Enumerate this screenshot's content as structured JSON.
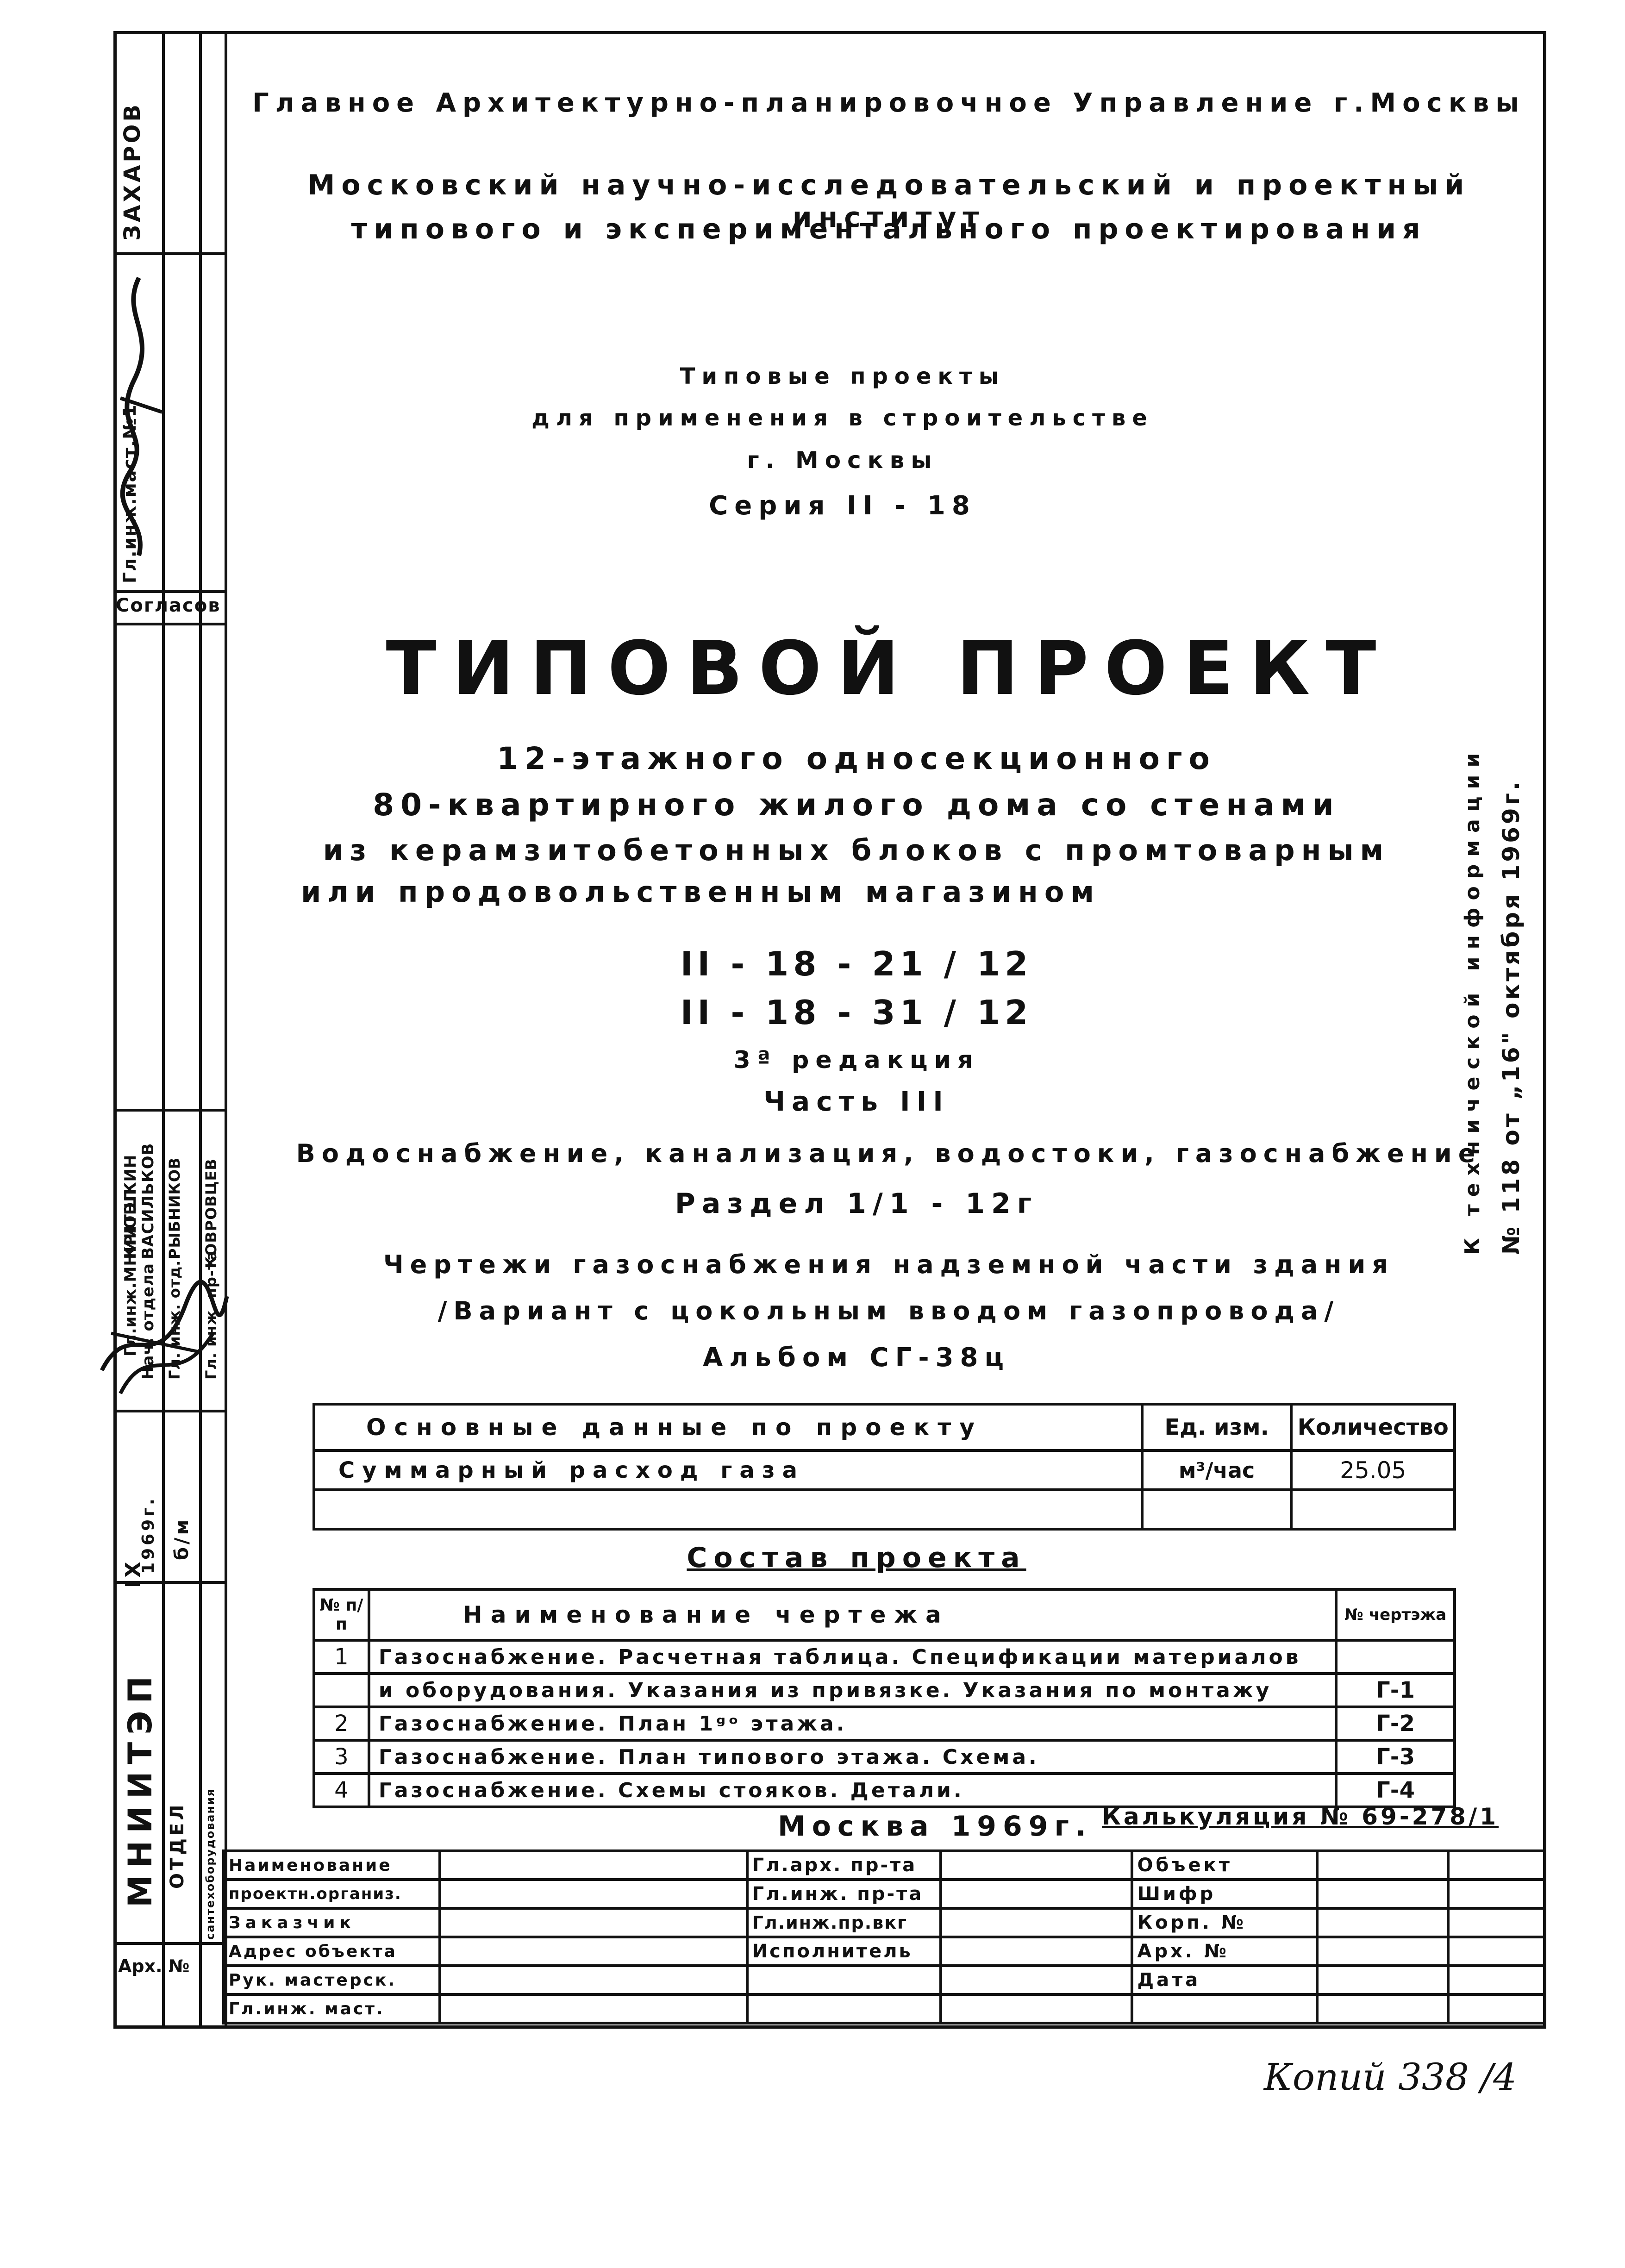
{
  "header": {
    "line1": "Главное Архитектурно-планировочное Управление г.Москвы",
    "line2": "Московский научно-исследовательский и проектный институт",
    "line3": "типового и экспериментального проектирования"
  },
  "series_block": {
    "l1": "Типовые проекты",
    "l2": "для применения в строительстве",
    "l3": "г. Москвы",
    "l4": "Серия II - 18"
  },
  "title": "ТИПОВОЙ ПРОЕКТ",
  "subtitle": {
    "l1": "12-этажного односекционного",
    "l2": "80-квартирного жилого дома со стенами",
    "l3": "из керамзитобетонных блоков с промтоварным",
    "l4": "или продовольственным магазином"
  },
  "codes": {
    "c1": "II - 18 - 21 / 12",
    "c2": "II - 18 - 31 / 12",
    "edition": "3ª редакция",
    "part": "Часть III",
    "topic": "Водоснабжение, канализация, водостоки, газоснабжение",
    "section": "Раздел 1/1 - 12г",
    "drawings": "Чертежи газоснабжения надземной части здания",
    "variant": "/Вариант с цокольным вводом газопровода/",
    "album": "Альбом СГ-38ц"
  },
  "main_data": {
    "header": [
      "Основные данные по проекту",
      "Ед. изм.",
      "Количество"
    ],
    "rows": [
      [
        "Суммарный расход газа",
        "м³/час",
        "25.05"
      ],
      [
        "",
        "",
        ""
      ]
    ]
  },
  "composition": {
    "title": "Состав проекта",
    "header": [
      "№ п/п",
      "Наименование чертежа",
      "№ чертэжа"
    ],
    "rows": [
      [
        "1",
        "Газоснабжение. Расчетная таблица. Спецификации материалов",
        ""
      ],
      [
        "",
        "и оборудования. Указания из привязке. Указания по монтажу",
        "Г-1"
      ],
      [
        "2",
        "Газоснабжение. План 1ᵍᵒ этажа.",
        "Г-2"
      ],
      [
        "3",
        "Газоснабжение. План типового этажа. Схема.",
        "Г-3"
      ],
      [
        "4",
        "Газоснабжение. Схемы стояков. Детали.",
        "Г-4"
      ]
    ]
  },
  "place_year": "Москва 1969г.",
  "calc": "Калькуляция № 69-278/1",
  "stamp": {
    "rows": [
      [
        "Наименование",
        "Гл.арх. пр-та",
        "Объект"
      ],
      [
        "проектн.организ.",
        "Гл.инж. пр-та",
        "Шифр"
      ],
      [
        "Заказчик",
        "Гл.инж.пр.вкг",
        "Корп. №"
      ],
      [
        "Адрес объекта",
        "Исполнитель",
        "Арх. №"
      ],
      [
        "Рук. мастерск.",
        "",
        "Дата"
      ],
      [
        "Гл.инж. маст.",
        "",
        ""
      ]
    ],
    "arch_no": "Арх. №"
  },
  "left_strip": {
    "zakharov": "ЗАХАРОВ",
    "gl_inzh_mast": "Гл.инж.маст.№1",
    "soglasov": "Согласов",
    "kryushkin": "КРЮШКИН",
    "vasilkov": "ВАСИЛЬКОВ",
    "rybnikov": "РЫБНИКОВ",
    "kovrovtsev": "КОВРОВЦЕВ",
    "role1": "Гл.инж.МНИИТЭП",
    "role2": "Нач. отдела",
    "role3": "Гл. инж. отд.",
    "role4": "Гл. инж. пр-та",
    "mniitep": "МНИИТЭП",
    "otdel": "ОТДЕЛ",
    "otdel_sub": "сантехоборудования",
    "date_month": "IX",
    "date_year": "1969г.",
    "bm": "б/м"
  },
  "side_note": {
    "l1": "К технической информации",
    "l2": "№ 118 от „16\" октября 1969г."
  },
  "handwritten": "Копий 338 /4"
}
